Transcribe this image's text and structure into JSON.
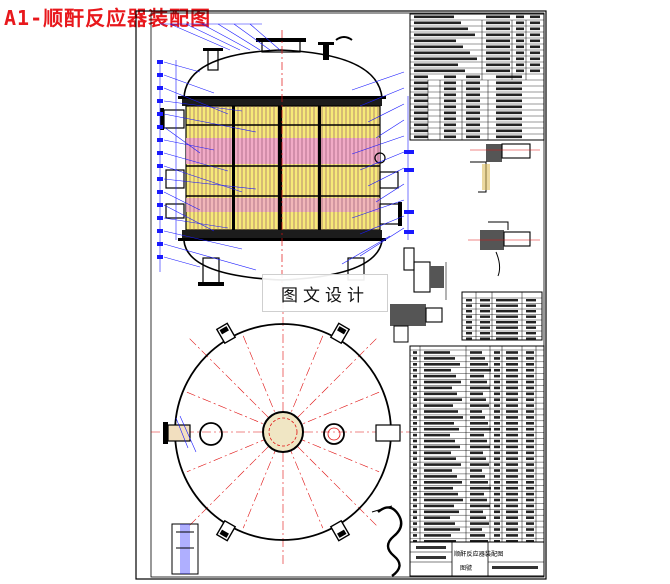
{
  "title": "A1-顺酐反应器装配图",
  "watermark": "图文设计",
  "title_block": {
    "drawing_name": "顺酐反应器装配图",
    "sheet_label": "图號"
  },
  "colors": {
    "title_red": "#e8181c",
    "line_black": "#000000",
    "dimension_blue": "#1a1aff",
    "centerline_red": "#e01010",
    "tube_yellow": "#f5e66b",
    "tube_pink": "#ee88cc"
  }
}
